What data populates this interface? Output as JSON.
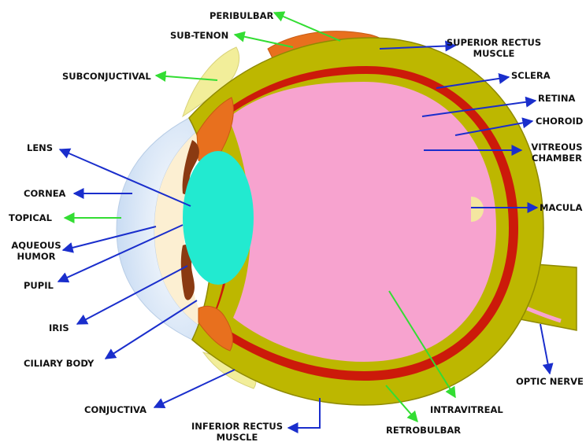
{
  "colors": {
    "route_arrow": "#33dd33",
    "anatomy_arrow": "#1a2ecc",
    "sclera": "#bdb700",
    "sclera_outline": "#8f8a00",
    "choroid": "#cc1a0a",
    "vitreous": "#f7a3cf",
    "lens": "#22ead0",
    "cornea": "#dce9f8",
    "aqueous": "#fcefd2",
    "conjunctiva": "#f2ee9a",
    "muscle": "#e8701e",
    "iris": "#8a3a12",
    "macula": "#f4e6a0",
    "optic_nerve_center": "#f7a3cf",
    "label_text": "#111111"
  },
  "labels": {
    "peribulbar": "PERIBULBAR",
    "sub_tenon": "SUB-TENON",
    "subconjunctival": "SUBCONJUCTIVAL",
    "superior_rectus_line1": "SUPERIOR RECTUS",
    "superior_rectus_line2": "MUSCLE",
    "sclera": "SCLERA",
    "retina": "RETINA",
    "choroid": "CHOROID",
    "vitreous_line1": "VITREOUS",
    "vitreous_line2": "CHAMBER",
    "macula": "MACULA",
    "lens": "LENS",
    "cornea": "CORNEA",
    "topical": "TOPICAL",
    "aqueous_line1": "AQUEOUS",
    "aqueous_line2": "HUMOR",
    "pupil": "PUPIL",
    "iris": "IRIS",
    "ciliary_body": "CILIARY BODY",
    "optic_nerve": "OPTIC NERVE",
    "conjuctiva": "CONJUCTIVA",
    "intravitreal": "INTRAVITREAL",
    "inferior_rectus_line1": "INFERIOR RECTUS",
    "inferior_rectus_line2": "MUSCLE",
    "retrobulbar": "RETROBULBAR"
  }
}
